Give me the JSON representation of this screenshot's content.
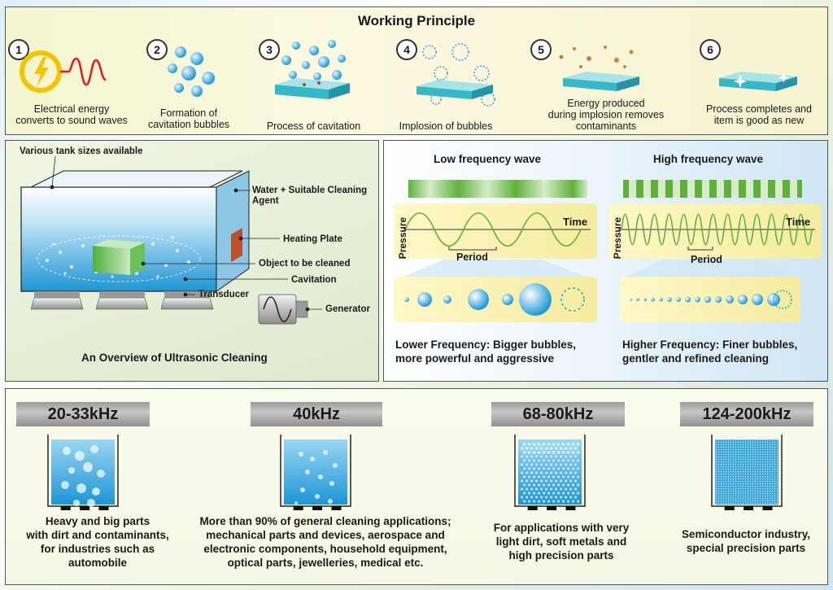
{
  "principle": {
    "title": "Working Principle",
    "steps": [
      {
        "num": "1",
        "caption_lines": [
          "Electrical energy",
          "converts to sound waves"
        ]
      },
      {
        "num": "2",
        "caption_lines": [
          "Formation of",
          "cavitation bubbles"
        ]
      },
      {
        "num": "3",
        "caption_lines": [
          "Process of cavitation"
        ]
      },
      {
        "num": "4",
        "caption_lines": [
          "Implosion of bubbles"
        ]
      },
      {
        "num": "5",
        "caption_lines": [
          "Energy produced",
          "during implosion removes",
          "contaminants"
        ]
      },
      {
        "num": "6",
        "caption_lines": [
          "Process completes and",
          "item is good as new"
        ]
      }
    ]
  },
  "overview": {
    "title": "An Overview of Ultrasonic Cleaning",
    "labels": {
      "tank_sizes": "Various tank sizes available",
      "water": "Water + Suitable Cleaning Agent",
      "heating": "Heating Plate",
      "object": "Object to be cleaned",
      "cavitation": "Cavitation",
      "transducer": "Transducer",
      "generator": "Generator"
    }
  },
  "waves": {
    "low": {
      "title": "Low frequency wave",
      "ylabel": "Pressure",
      "xlabel": "Time",
      "period": "Period",
      "caption_lines": [
        "Lower Frequency: Bigger bubbles,",
        "more powerful and aggressive"
      ]
    },
    "high": {
      "title": "High frequency wave",
      "ylabel": "Pressure",
      "xlabel": "Time",
      "period": "Period",
      "caption_lines": [
        "Higher Frequency: Finer bubbles,",
        "gentler and refined cleaning"
      ]
    }
  },
  "frequencies": [
    {
      "label": "20-33kHz",
      "caption_lines": [
        "Heavy and big parts",
        "with dirt and contaminants,",
        "for industries such as",
        "automobile"
      ]
    },
    {
      "label": "40kHz",
      "caption_lines": [
        "More than 90% of general cleaning applications;",
        "mechanical parts and devices, aerospace and",
        "electronic components, household equipment,",
        "optical parts, jewelleries, medical etc."
      ]
    },
    {
      "label": "68-80kHz",
      "caption_lines": [
        "For applications with very",
        "light dirt, soft metals and",
        "high precision parts"
      ]
    },
    {
      "label": "124-200kHz",
      "caption_lines": [
        "Semiconductor industry,",
        "special precision parts"
      ]
    }
  ],
  "colors": {
    "accent_blue": "#2aa3dc",
    "wave_green": "#5fb13a",
    "label_gray": "#a7a7a7",
    "lightning_yellow": "#f5c400",
    "wave_red": "#e21b24"
  }
}
